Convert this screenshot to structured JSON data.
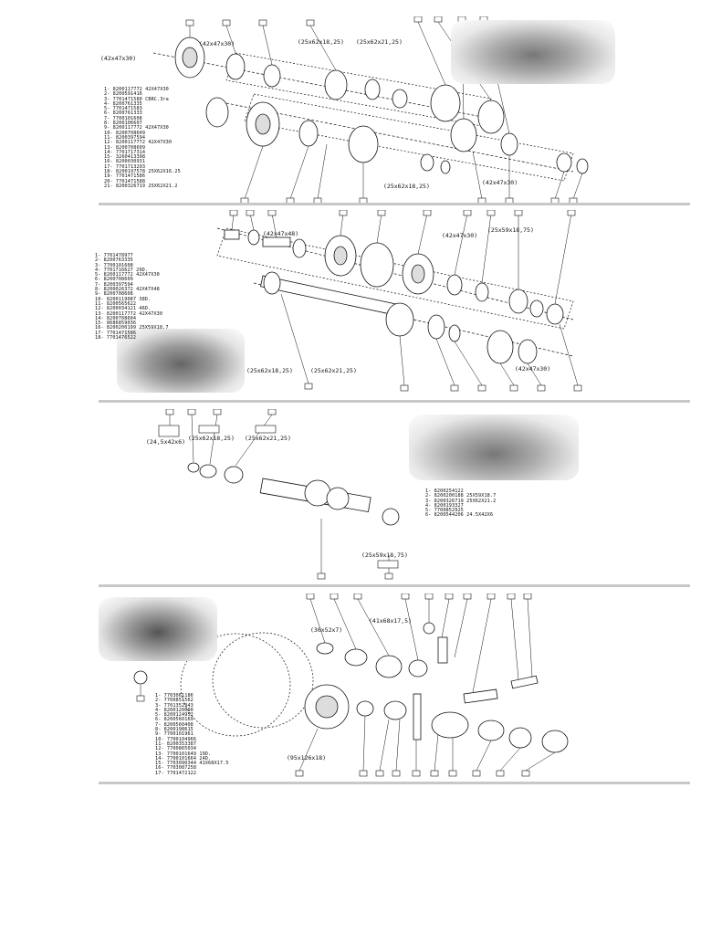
{
  "panel1": {
    "parts_list": [
      "1- 8200117772 42X47X30",
      "2- 8200591416",
      "3- 7701471580 CBRC.3ra",
      "4- 8200761335",
      "5- 7701471583",
      "6- 8200761333",
      "7- 7700101608",
      "8- 8200106607",
      "9- 8200117772 42X47X30",
      "10- 8200708609",
      "11- 8200397594",
      "12- 8200117772 42X47X30",
      "13- 8200708609",
      "14- 7701717314",
      "15- 3260413398",
      "16- 8200030931",
      "17- 7701713293",
      "18- 8200197578 25X62X16.25",
      "19- 7701471586",
      "20- 7701471588",
      "21- 8200326719 25X62X21.2"
    ],
    "dims": {
      "bearing_a": "(42x47x30)",
      "bearing_b": "(42x47x30)",
      "bearing_c": "(25x62x18,25)",
      "bearing_d": "(25x62x21,25)",
      "bearing_e": "(25x62x18,25)",
      "bearing_f": "(42x47x30)"
    }
  },
  "panel2": {
    "parts_list": [
      "1- 7701478977",
      "2- 8200763335",
      "3- 7700101608",
      "4- 7701716627 29D.",
      "5- 8200117772 42X47X30",
      "6- 8200708609",
      "7- 8200397594",
      "8- 8200026372 42X47X48",
      "9- 8200708608",
      "10- 8200119087 38D.",
      "11- 8200565622",
      "12- 8200034121 46D.",
      "13- 8200117772 42X47X30",
      "14- 8200708604",
      "15- 8686859036",
      "16- 8200200199 25X59X18.7",
      "17- 7701471586",
      "18- 7701476522"
    ],
    "dims": {
      "bearing_a": "(42x47x48)",
      "bearing_b": "(42x47x30)",
      "bearing_c": "(25x59x18,75)",
      "bearing_d": "(42x47x30)",
      "bearing_e": "(25x62x18,25)",
      "bearing_f": "(25x62x21,25)"
    }
  },
  "panel3": {
    "parts_list": [
      "1- 8200254122",
      "2- 8200200188 25X59X18.7",
      "3- 8200326719 25X62X21.2",
      "4- 8200193327",
      "5- 7700852925",
      "6- 8200544206 24.5X42X6"
    ],
    "dims": {
      "seal": "(24,5x42x6)",
      "bearing_a": "(25x62x18,25)",
      "bearing_b": "(25x62x21,25)",
      "bearing_c": "(25x59x18,75)"
    }
  },
  "panel4": {
    "parts_list": [
      "1- 7703061186",
      "2- 7700851562",
      "3- 7701352943",
      "4- 8200120090",
      "5- 8200124952",
      "6- 8200560169",
      "7- 8200560408",
      "8- 8200198615",
      "9- 7700101961",
      "10- 7700104966",
      "11- 8200353387",
      "12- 7700865034",
      "13- 7700101649 19D.",
      "14- 7700101664 24D.",
      "15- 7703090344 41X68X17.5",
      "16- 7703087258",
      "17- 7701472122"
    ],
    "dims": {
      "seal": "(30x52x7)",
      "bearing_a": "(41x68x17,5)",
      "bearing_b": "(95x126x18)"
    }
  },
  "colors": {
    "ink": "#111111",
    "rule": "#c8c8c8",
    "photo_bg": "#d9d9d9"
  }
}
